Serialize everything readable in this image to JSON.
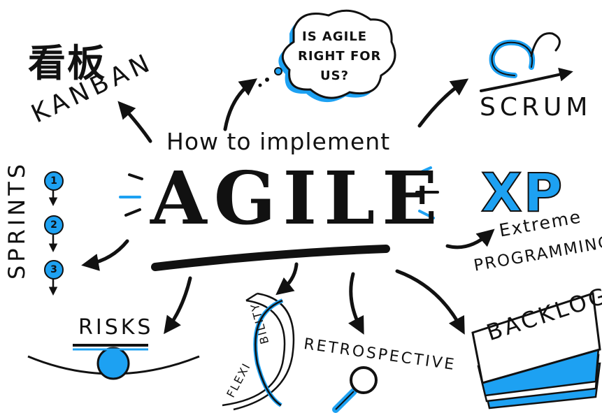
{
  "title": "AGILE",
  "subtitle": "How to implement",
  "nodes": {
    "kanban": {
      "kanji": "看板",
      "label": "KANBAN"
    },
    "question": {
      "line1": "IS AGILE",
      "line2": "RIGHT FOR",
      "line3": "US?"
    },
    "scrum": {
      "label": "SCRUM"
    },
    "xp": {
      "label": "XP",
      "line1": "Extreme",
      "line2": "PROGRAMMING"
    },
    "sprints": {
      "label": "SPRINTS",
      "steps": [
        "1",
        "2",
        "3"
      ]
    },
    "risks": {
      "label": "RISKS"
    },
    "flexibility": {
      "part1": "FLEXI",
      "part2": "BILITY"
    },
    "retrospective": {
      "label": "RETROSPECTIVE"
    },
    "backlog": {
      "label": "BACKLOG"
    }
  },
  "colors": {
    "accent": "#1da1f2",
    "ink": "#111111"
  },
  "icons": [
    "arrow-icon",
    "cloud-bubble-icon",
    "cycle-icon",
    "magnifier-icon",
    "balance-ball-icon",
    "stacked-papers-icon",
    "dna-ribbon-icon"
  ]
}
